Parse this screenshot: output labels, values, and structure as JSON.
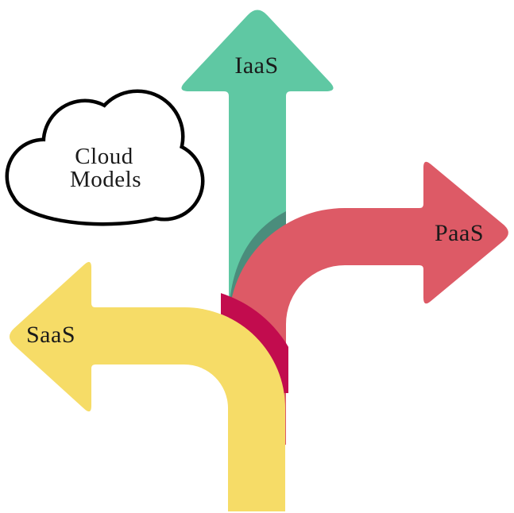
{
  "diagram": {
    "background": "#ffffff",
    "cloud": {
      "line1": "Cloud",
      "line2": "Models",
      "outline_color": "#000000",
      "fill_color": "#ffffff",
      "text_color": "#1a1a1a"
    },
    "branches": {
      "iaas": {
        "label": "IaaS",
        "direction": "up",
        "color": "#5fc8a3"
      },
      "paas": {
        "label": "PaaS",
        "direction": "right",
        "color": "#dd5a66"
      },
      "saas": {
        "label": "SaaS",
        "direction": "left",
        "color": "#f6dc67"
      }
    },
    "overlaps": {
      "iaas_paas_shadow": "#4a8d7c",
      "paas_saas_shadow": "#c20c4e"
    },
    "label_color": "#1a1a1a"
  }
}
